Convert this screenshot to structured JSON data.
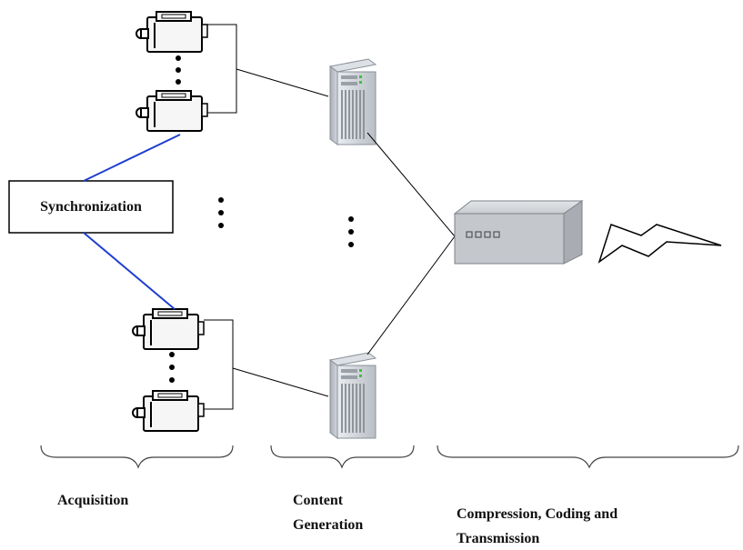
{
  "sync_box": {
    "label": "Synchronization"
  },
  "stages": {
    "acquisition": {
      "label": "Acquisition"
    },
    "content_generation": {
      "label_line1": "Content",
      "label_line2": "Generation"
    },
    "compression": {
      "label_line1": "Compression, Coding and",
      "label_line2": "Transmission"
    }
  },
  "colors": {
    "sync_link": "#1f3fd0",
    "server_body": "#c9cdd3",
    "encoder_body": "#c4c7cc"
  },
  "icons": [
    "camera-icon",
    "server-icon",
    "encoder-icon",
    "wireless-signal-icon"
  ]
}
